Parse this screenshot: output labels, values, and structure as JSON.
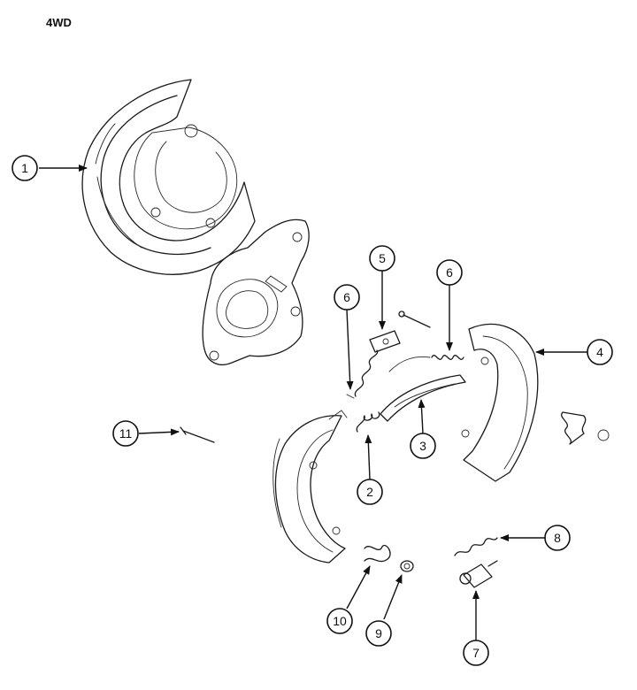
{
  "title": "4WD",
  "callouts": [
    {
      "label": "1"
    },
    {
      "label": "2"
    },
    {
      "label": "3"
    },
    {
      "label": "4"
    },
    {
      "label": "5"
    },
    {
      "label": "6"
    },
    {
      "label": "6"
    },
    {
      "label": "7"
    },
    {
      "label": "8"
    },
    {
      "label": "9"
    },
    {
      "label": "10"
    },
    {
      "label": "11"
    }
  ]
}
